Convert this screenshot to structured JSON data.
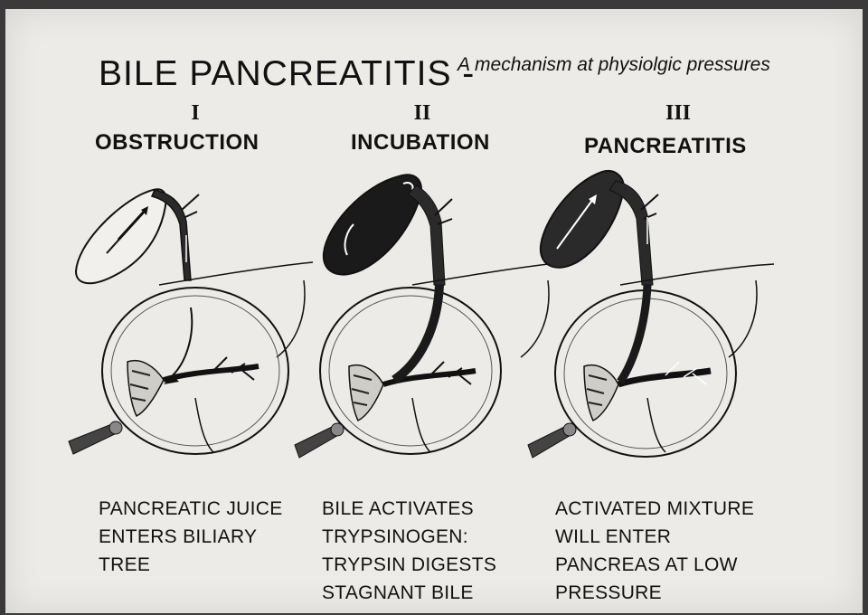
{
  "title": "BILE PANCREATITIS -",
  "subtitle": "A mechanism at physiolgic pressures",
  "stages": [
    {
      "numeral": "I",
      "name": "OBSTRUCTION",
      "caption": "PANCREATIC JUICE\nENTERS BILIARY\nTREE"
    },
    {
      "numeral": "II",
      "name": "INCUBATION",
      "caption": "BILE ACTIVATES\nTRYPSINOGEN:\nTRYPSIN DIGESTS\nSTAGNANT BILE"
    },
    {
      "numeral": "III",
      "name": "PANCREATITIS",
      "caption": "ACTIVATED MIXTURE\nWILL ENTER\nPANCREAS AT LOW\nPRESSURE"
    }
  ]
}
